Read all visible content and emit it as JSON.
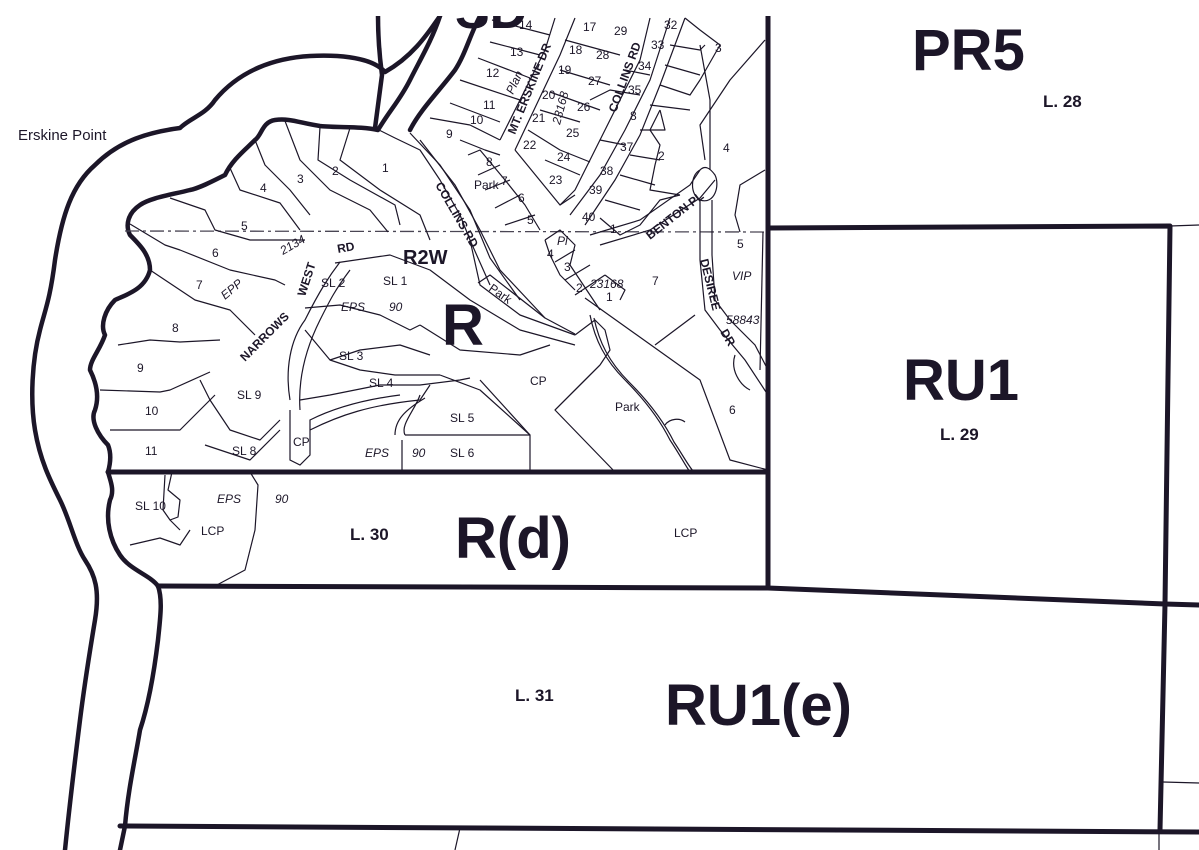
{
  "map": {
    "place_names": {
      "erskine_point": "Erskine Point"
    },
    "zones": {
      "pr5": "PR5",
      "ru1": "RU1",
      "r": "R",
      "r2w": "R2W",
      "rd": "R(d)",
      "ru1e": "RU1(e)",
      "sd_partial": "SD"
    },
    "district_lots": {
      "l28": "L. 28",
      "l29": "L. 29",
      "l30": "L. 30",
      "l31": "L. 31"
    },
    "roads": {
      "mt_erskine_dr": "MT. ERSKINE DR",
      "collins_rd_north": "COLLINS RD",
      "collins_rd_south": "COLLINS RD",
      "benton_pl": "BENTON PL",
      "desiree_dr": "DESIREE DR",
      "narrows": "NARROWS",
      "west_rd": "WEST RD",
      "pl": "Pl"
    },
    "plans": {
      "plan_label": "Plan",
      "plan_23168_north": "23168",
      "plan_23168_south": "23168",
      "plan_2134": "2134",
      "plan_58843": "58843",
      "vip": "VIP",
      "epp": "EPP",
      "eps_90_a_prefix": "EPS",
      "eps_90_a_num": "90",
      "eps_90_b_prefix": "EPS",
      "eps_90_b_num": "90",
      "eps_90_c_prefix": "EPS",
      "eps_90_c_num": "90"
    },
    "parcel_labels": {
      "west_lots": [
        "1",
        "2",
        "3",
        "4",
        "5",
        "6",
        "7",
        "8",
        "9",
        "10",
        "11"
      ],
      "mt_erskine_west": [
        "14",
        "13",
        "12",
        "11",
        "10",
        "9"
      ],
      "collins_lots_small": [
        "8",
        "7",
        "6",
        "5"
      ],
      "mt_erskine_east": [
        "17",
        "18",
        "19",
        "20",
        "21",
        "22",
        "23",
        "24",
        "25",
        "26",
        "27",
        "28",
        "29"
      ],
      "collins_east": [
        "32",
        "33",
        "34",
        "35",
        "8",
        "37",
        "38",
        "39",
        "40",
        "1",
        "2",
        "3",
        "4"
      ],
      "pl_lots": [
        "4",
        "3",
        "2",
        "1"
      ],
      "east_lots": [
        "5",
        "6",
        "7"
      ],
      "strata": [
        "SL 1",
        "SL 2",
        "SL 3",
        "SL 4",
        "SL 5",
        "SL 6",
        "SL 8",
        "SL 9",
        "SL 10"
      ],
      "park_1": "Park",
      "park_2": "Park",
      "park_3": "Park",
      "cp_1": "CP",
      "cp_2": "CP",
      "lcp_1": "LCP",
      "lcp_2": "LCP"
    }
  }
}
